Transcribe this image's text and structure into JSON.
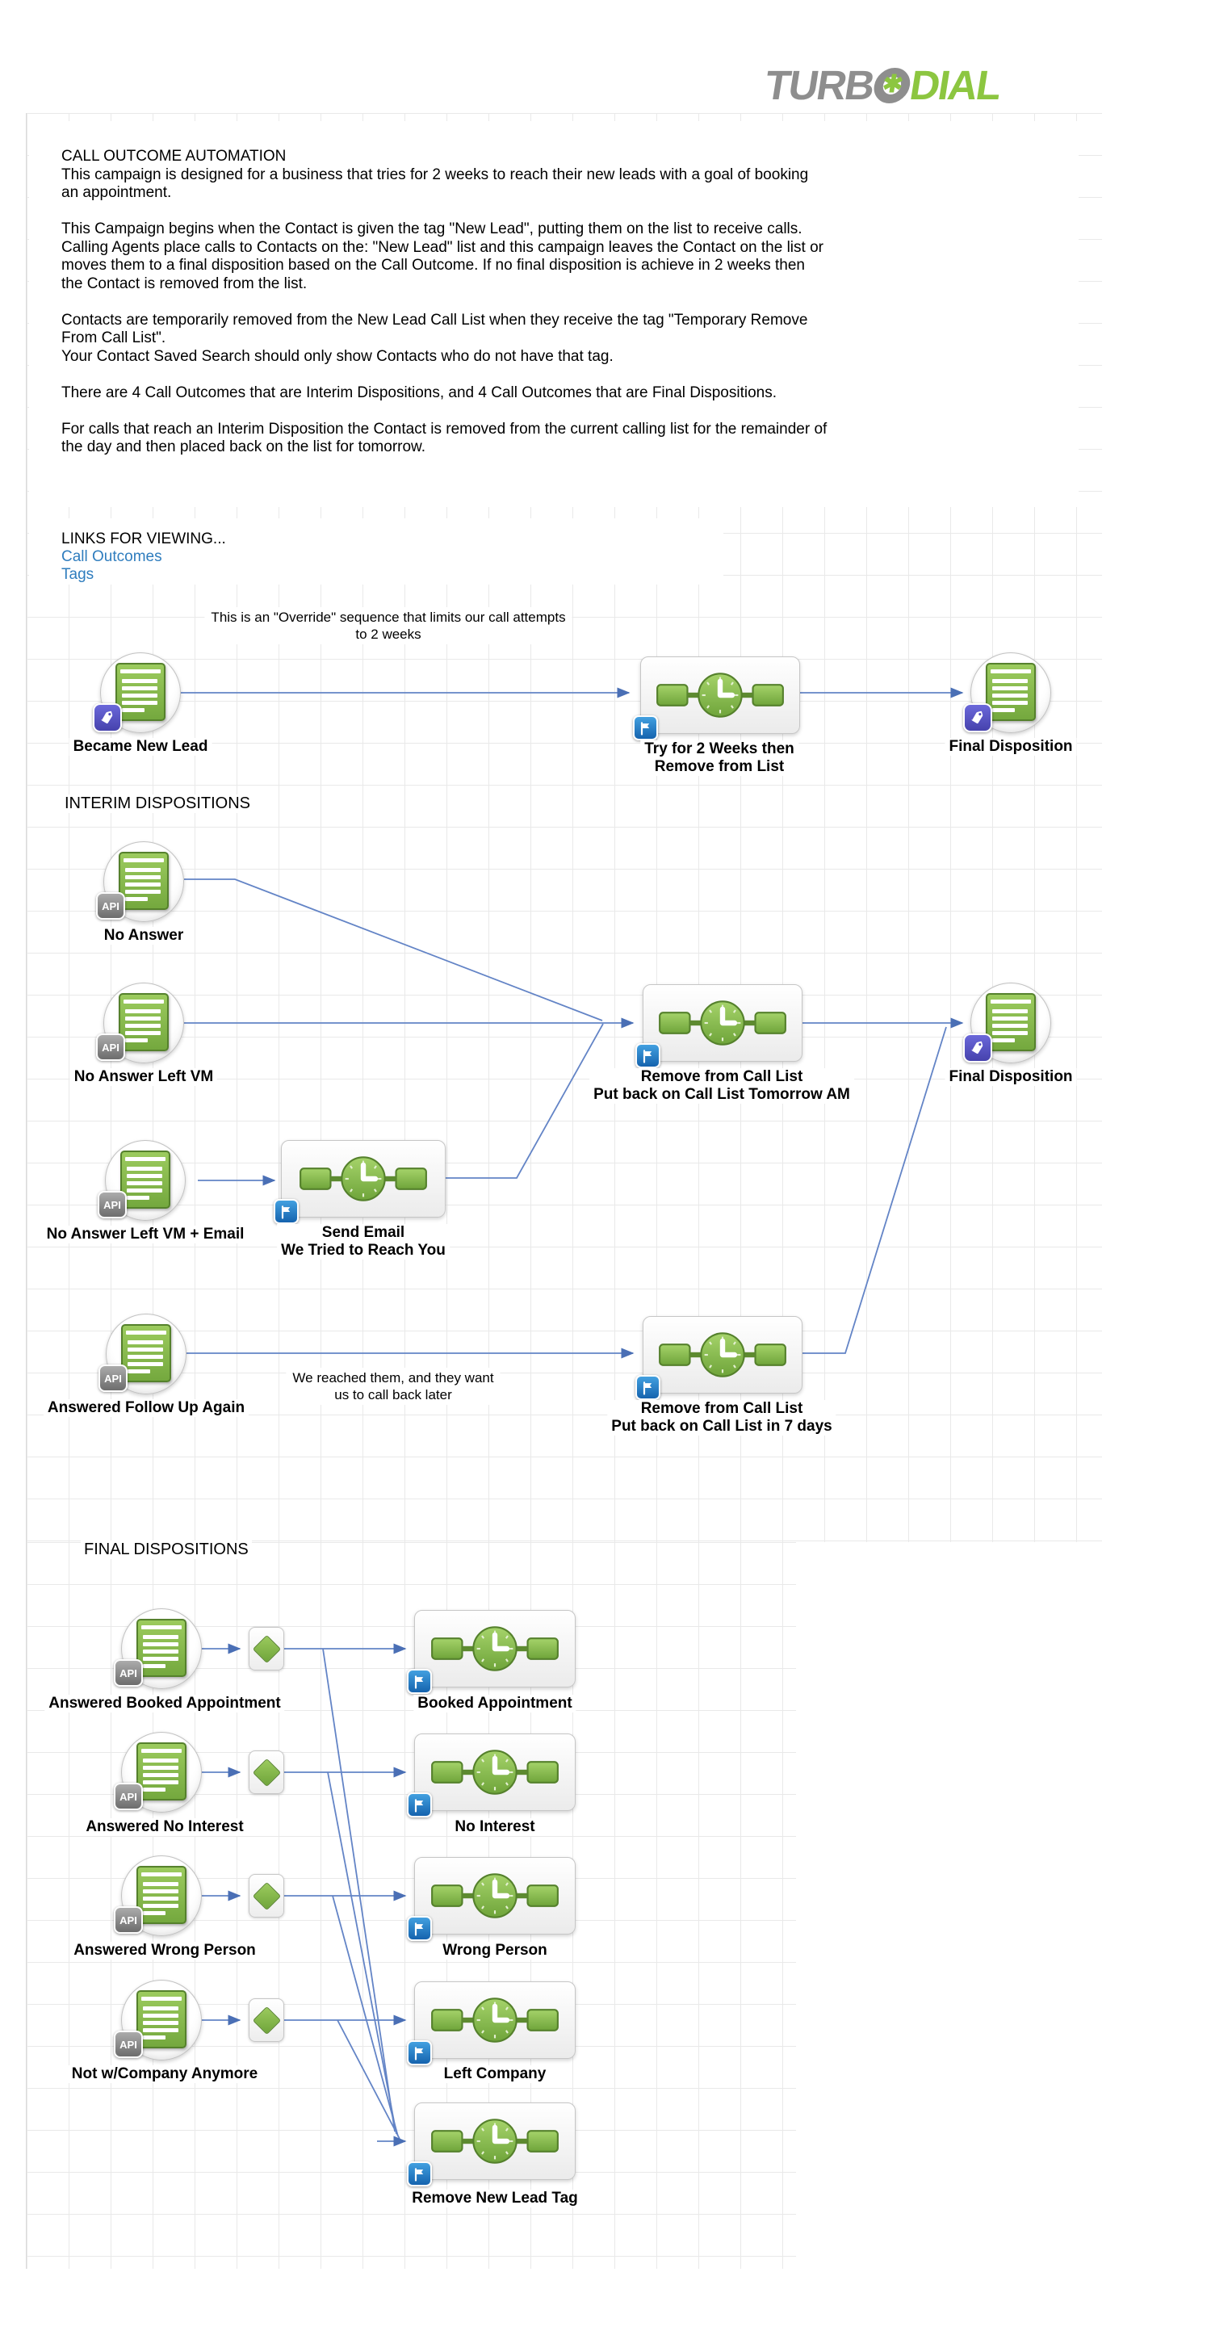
{
  "logo": {
    "turbo": "TURB",
    "asterisk": "✱",
    "dial": "DIAL"
  },
  "intro": {
    "lines": [
      "CALL OUTCOME AUTOMATION",
      "This campaign is designed for a business that tries for 2 weeks to reach their new leads with a goal of booking",
      "an appointment.",
      "",
      "This Campaign begins when the Contact is given the tag \"New Lead\", putting them on the list to receive calls.",
      "Calling Agents place calls to Contacts on the: \"New Lead\" list and this campaign leaves the Contact on the list or",
      "moves them to a final disposition based on the Call Outcome. If no final disposition is achieve in 2 weeks then",
      "the Contact is removed from the list.",
      "",
      "Contacts are temporarily removed from the New Lead Call List when they receive the tag \"Temporary Remove",
      "From Call List\".",
      "Your Contact Saved Search should only show Contacts who do not have that tag.",
      "",
      "There are 4 Call Outcomes that are Interim Dispositions, and 4 Call Outcomes that are Final Dispositions.",
      "",
      "For calls that reach an Interim Disposition the Contact is removed from the current calling list for the remainder of",
      "the day and then placed back on the list for tomorrow."
    ]
  },
  "links": {
    "header": "LINKS FOR VIEWING...",
    "items": [
      "Call Outcomes",
      "Tags"
    ]
  },
  "sections": {
    "interim": "INTERIM DISPOSITIONS",
    "final": "FINAL DISPOSITIONS"
  },
  "annotations": {
    "override_line1": "This is an \"Override\" sequence that limits our call attempts",
    "override_line2": "to 2 weeks",
    "reached_line1": "We reached them, and they want",
    "reached_line2": "us to call back later"
  },
  "badges": {
    "api": "API"
  },
  "nodes": {
    "became_new_lead": {
      "label": "Became New Lead"
    },
    "try_two_weeks": {
      "label1": "Try for 2 Weeks then",
      "label2": "Remove from List"
    },
    "final_disposition_top": {
      "label": "Final Disposition"
    },
    "no_answer": {
      "label": "No Answer"
    },
    "no_answer_vm": {
      "label": "No Answer Left VM"
    },
    "no_answer_vm_email": {
      "label": "No Answer Left VM + Email"
    },
    "send_email": {
      "label1": "Send Email",
      "label2": "We Tried to Reach You"
    },
    "remove_tomorrow": {
      "label1": "Remove from Call List",
      "label2": "Put back on Call List Tomorrow AM"
    },
    "final_disposition_mid": {
      "label": "Final Disposition"
    },
    "answered_follow_up": {
      "label": "Answered Follow Up Again"
    },
    "remove_7days": {
      "label1": "Remove from Call List",
      "label2": "Put back on Call List in 7 days"
    },
    "answered_booked": {
      "label": "Answered Booked Appointment"
    },
    "booked_appointment": {
      "label": "Booked Appointment"
    },
    "answered_no_interest": {
      "label": "Answered No Interest"
    },
    "no_interest": {
      "label": "No Interest"
    },
    "answered_wrong_person": {
      "label": "Answered Wrong Person"
    },
    "wrong_person": {
      "label": "Wrong Person"
    },
    "not_with_company": {
      "label": "Not w/Company Anymore"
    },
    "left_company": {
      "label": "Left Company"
    },
    "remove_new_lead_tag": {
      "label": "Remove New Lead Tag"
    }
  },
  "colors": {
    "wire_blue": "#6384c6",
    "arrow_blue": "#4a6fb5",
    "link_blue": "#2f7dbe",
    "icon_green": "#74a83e",
    "logo_gray": "#8e8e8e",
    "logo_green": "#8cc640",
    "badge_flag_blue": "#1563ae",
    "badge_tag_indigo": "#4642ad",
    "badge_api_gray": "#6d6d6d"
  }
}
